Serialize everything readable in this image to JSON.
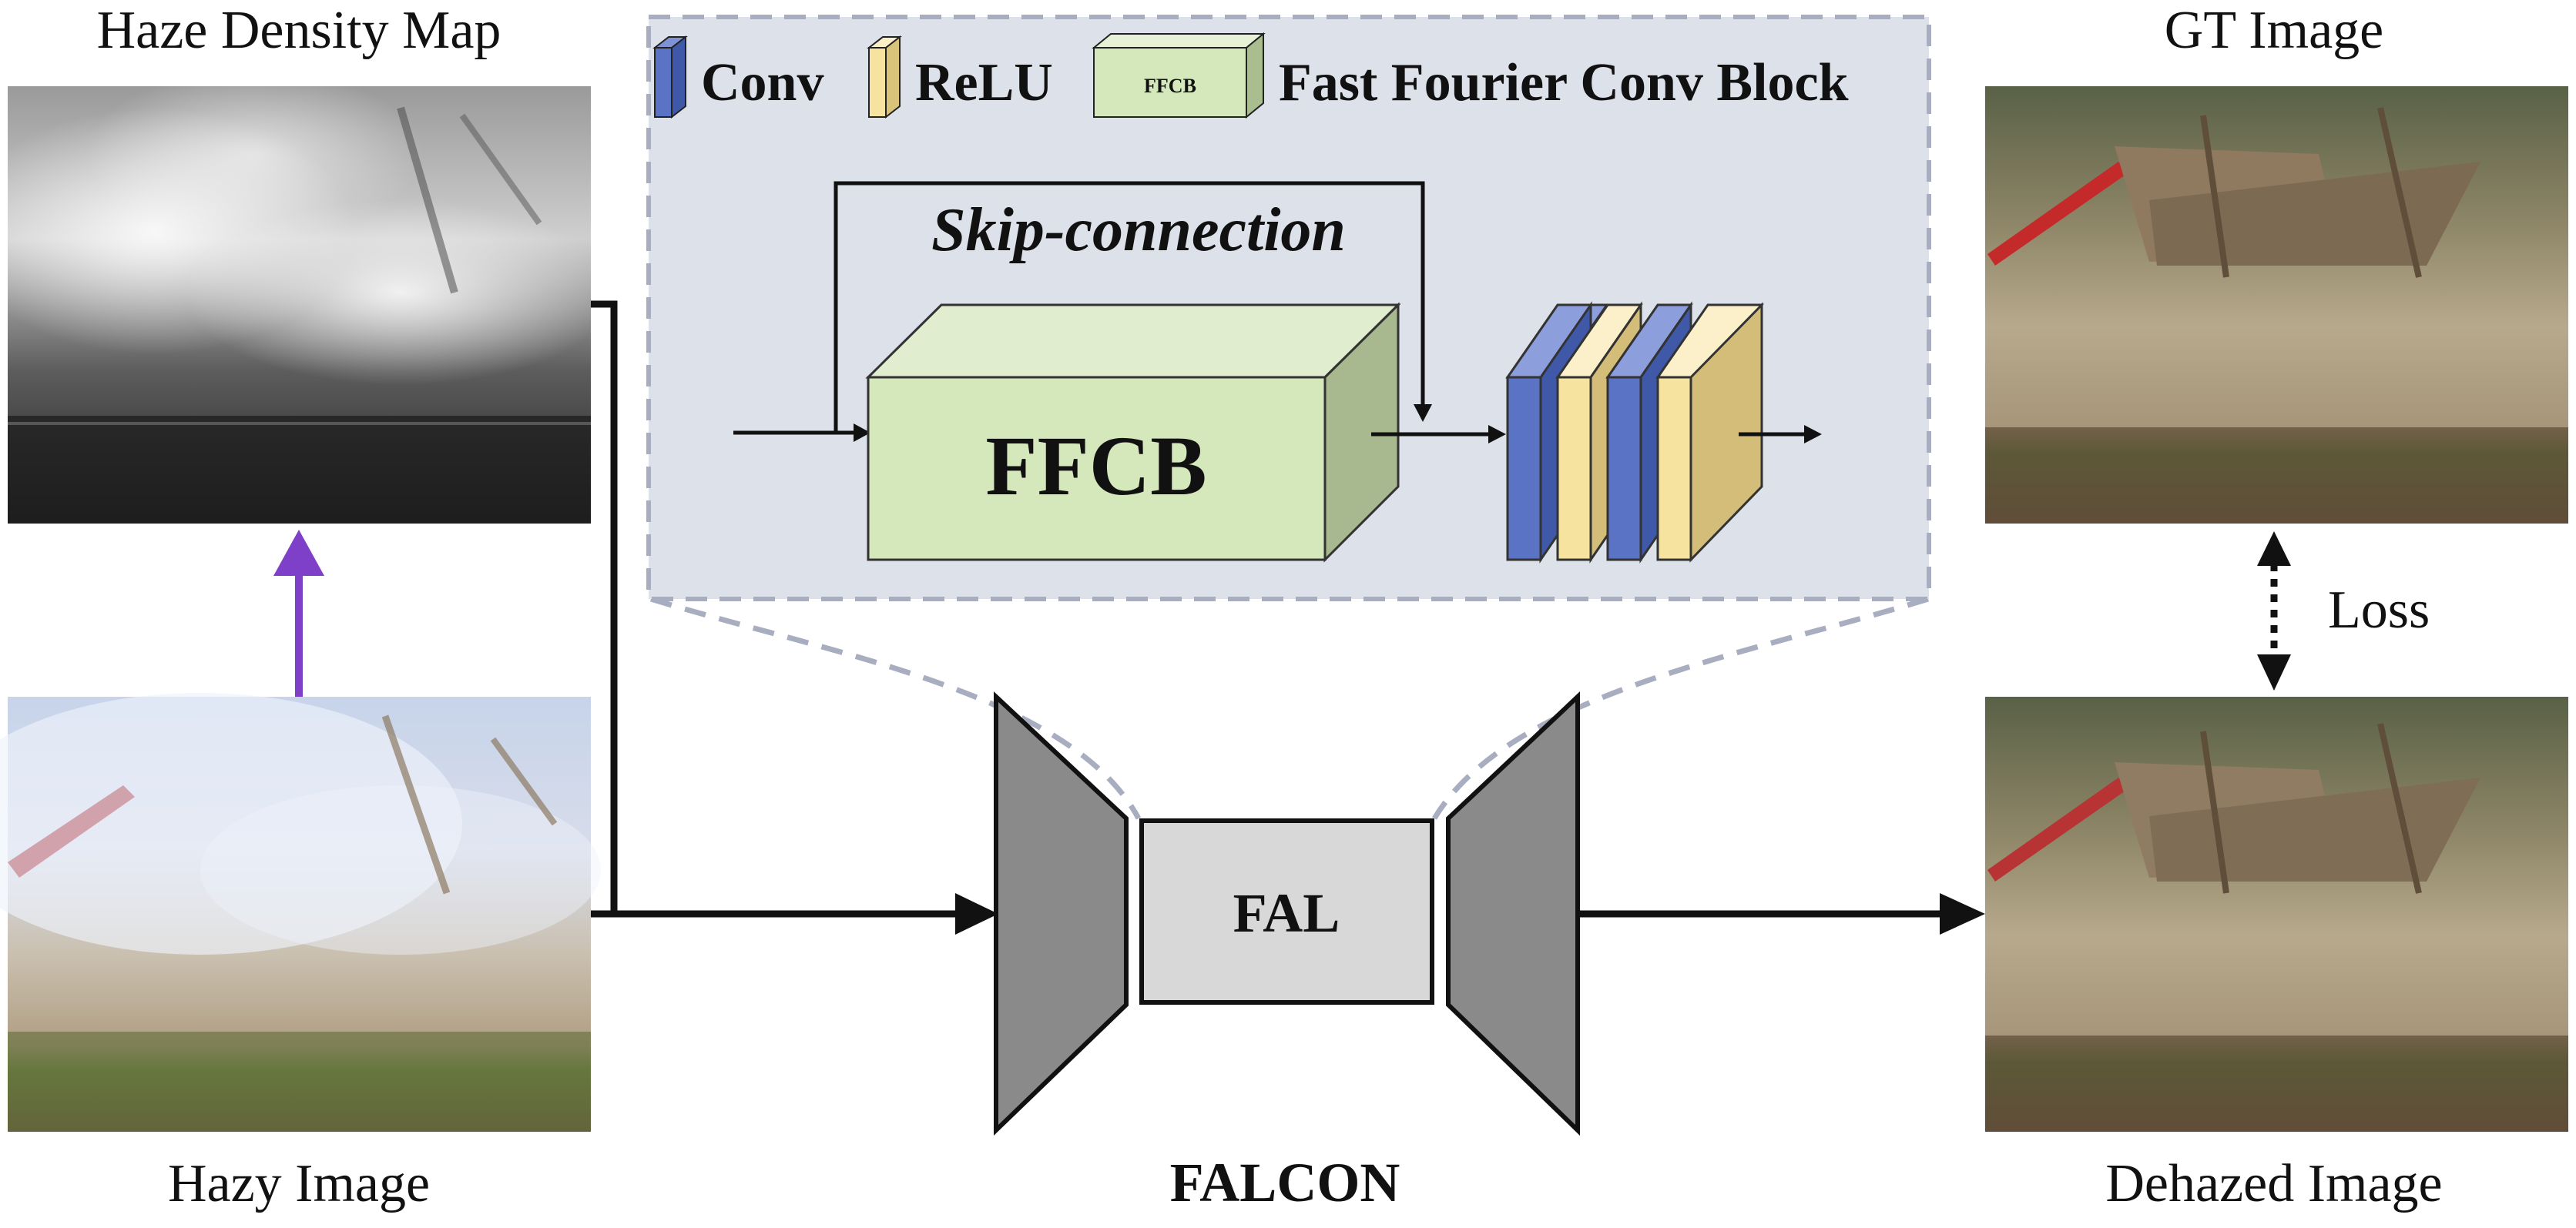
{
  "labels": {
    "haze_density_map": "Haze Density Map",
    "hazy_image": "Hazy Image",
    "gt_image": "GT Image",
    "dehazed_image": "Dehazed Image",
    "loss": "Loss",
    "model_name": "FALCON",
    "fal_block": "FAL"
  },
  "legend": {
    "conv": "Conv",
    "relu": "ReLU",
    "ffcb_small": "FFCB",
    "ffcb_description": "Fast Fourier Conv Block"
  },
  "inset": {
    "skip_connection": "Skip-connection",
    "ffcb_block": "FFCB"
  },
  "colors": {
    "conv": "#5b73c4",
    "relu": "#f6e3a0",
    "ffcb": "#d5e8bb",
    "inset_bg": "#dde1ea",
    "inset_border": "#a8adbf",
    "codec_gray": "#8a8a8a",
    "fal_fill": "#d8d8d8",
    "arrow_purple": "#7e3fc9"
  }
}
